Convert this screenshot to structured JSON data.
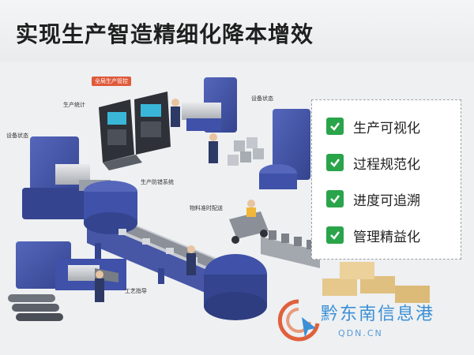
{
  "header": {
    "title": "实现生产智造精细化降本增效"
  },
  "scene_labels": {
    "control_center": "全局生产管控",
    "production_stats": "生产统计",
    "equipment_status_left": "设备状态",
    "equipment_status_right": "设备状态",
    "anti_error_system": "生产防错系统",
    "material_delivery": "物料准时配送",
    "process_guidance": "工艺指导"
  },
  "features": {
    "items": [
      {
        "label": "生产可视化",
        "icon": "check-icon"
      },
      {
        "label": "过程规范化",
        "icon": "check-icon"
      },
      {
        "label": "进度可追溯",
        "icon": "check-icon"
      },
      {
        "label": "管理精益化",
        "icon": "check-icon"
      }
    ]
  },
  "watermark": {
    "text": "黔东南信息港",
    "url": "QDN.CN"
  },
  "colors": {
    "machine_blue": "#3f51a8",
    "check_green": "#2aa44a",
    "callout_red": "#e05a3a",
    "watermark_blue": "#3a8fd6"
  }
}
